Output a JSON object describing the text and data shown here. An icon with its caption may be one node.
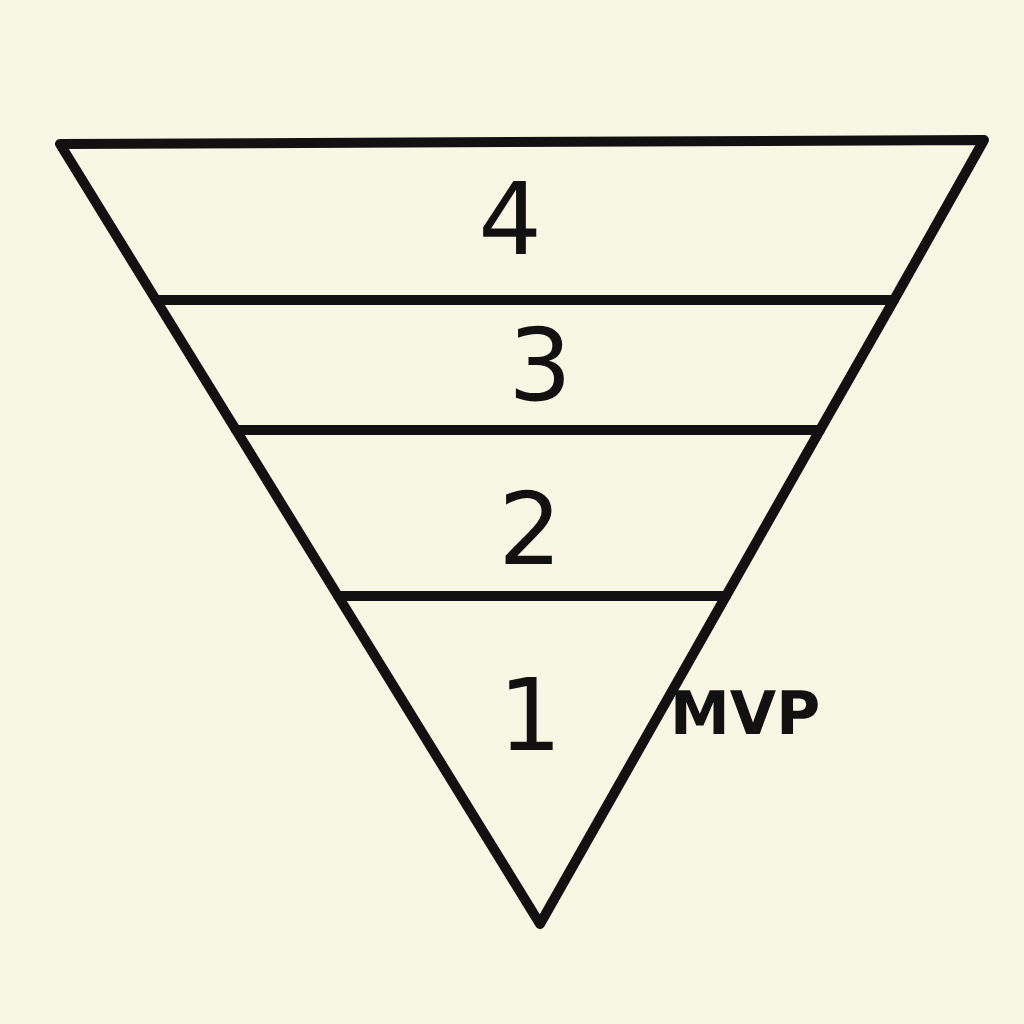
{
  "diagram": {
    "nodes": [
      {
        "text": [
          "4"
        ]
      },
      {
        "text": [
          "3"
        ]
      },
      {
        "text": [
          "2"
        ]
      },
      {
        "text": [
          "1"
        ],
        "beside": [
          "MVP"
        ]
      }
    ]
  }
}
